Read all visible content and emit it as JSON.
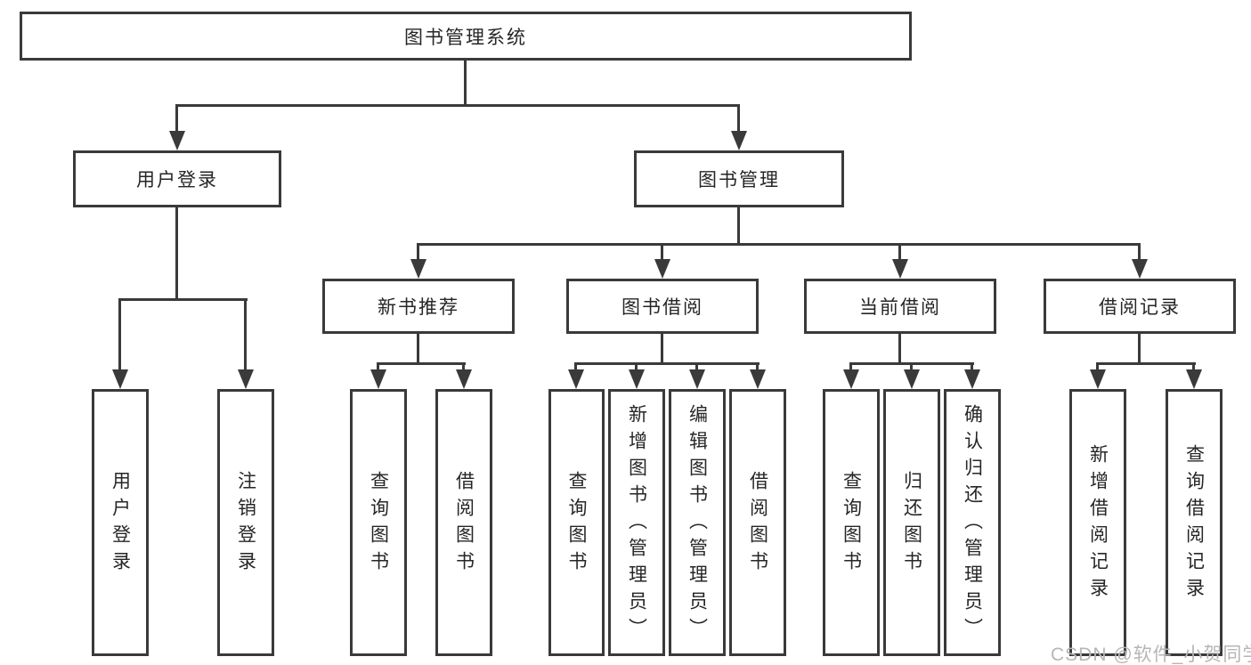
{
  "watermark": "CSDN @软件_小贺同学",
  "colors": {
    "line": "#3a3a3a",
    "box_border": "#3a3a3a",
    "text": "#262626",
    "watermark": "#b6b6b6",
    "background": "#ffffff"
  },
  "tree": {
    "root": {
      "label": "图书管理系统"
    },
    "branches": [
      {
        "label": "用户登录",
        "children": [
          {
            "label": "用户登录"
          },
          {
            "label": "注销登录"
          }
        ]
      },
      {
        "label": "图书管理",
        "children": [
          {
            "label": "新书推荐",
            "children": [
              {
                "label": "查询图书"
              },
              {
                "label": "借阅图书"
              }
            ]
          },
          {
            "label": "图书借阅",
            "children": [
              {
                "label": "查询图书"
              },
              {
                "label": "新增图书（管理员）"
              },
              {
                "label": "编辑图书（管理员）"
              },
              {
                "label": "借阅图书"
              }
            ]
          },
          {
            "label": "当前借阅",
            "children": [
              {
                "label": "查询图书"
              },
              {
                "label": "归还图书"
              },
              {
                "label": "确认归还（管理员）"
              }
            ]
          },
          {
            "label": "借阅记录",
            "children": [
              {
                "label": "新增借阅记录"
              },
              {
                "label": "查询借阅记录"
              }
            ]
          }
        ]
      }
    ]
  }
}
